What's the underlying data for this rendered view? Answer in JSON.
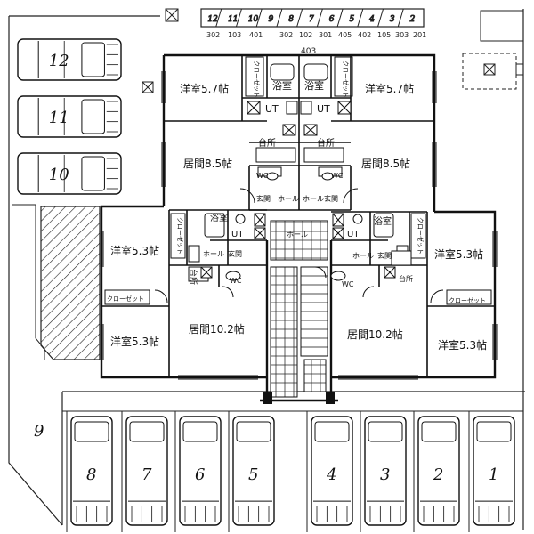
{
  "top_lot_numbers": [
    "12",
    "11",
    "10",
    "9",
    "8",
    "7",
    "6",
    "5",
    "4",
    "3",
    "2"
  ],
  "unit_labels": {
    "g1": "302",
    "g2": "103",
    "g3": "401",
    "g4": "302",
    "g5": "102",
    "g6": "301",
    "g7": "405",
    "g8": "402",
    "g9": "105",
    "g10": "303",
    "g11": "201",
    "top": "403"
  },
  "rooms": {
    "yoshitsu_57": "洋室5.7帖",
    "yoshitsu_53": "洋室5.3帖",
    "kyoma_85": "居間8.5帖",
    "kyoma_102": "居間10.2帖",
    "yokushitsu": "浴室",
    "closet_v": "クローゼット",
    "closet_h": "クローゼット",
    "ut": "UT",
    "daidokoro": "台所",
    "genkan": "玄関",
    "hall": "ホール",
    "wc": "WC"
  },
  "parking": {
    "left": [
      "12",
      "11",
      "10"
    ],
    "bottom": [
      "8",
      "7",
      "6",
      "5",
      "4",
      "3",
      "2",
      "1"
    ],
    "lot_nine": "9"
  }
}
